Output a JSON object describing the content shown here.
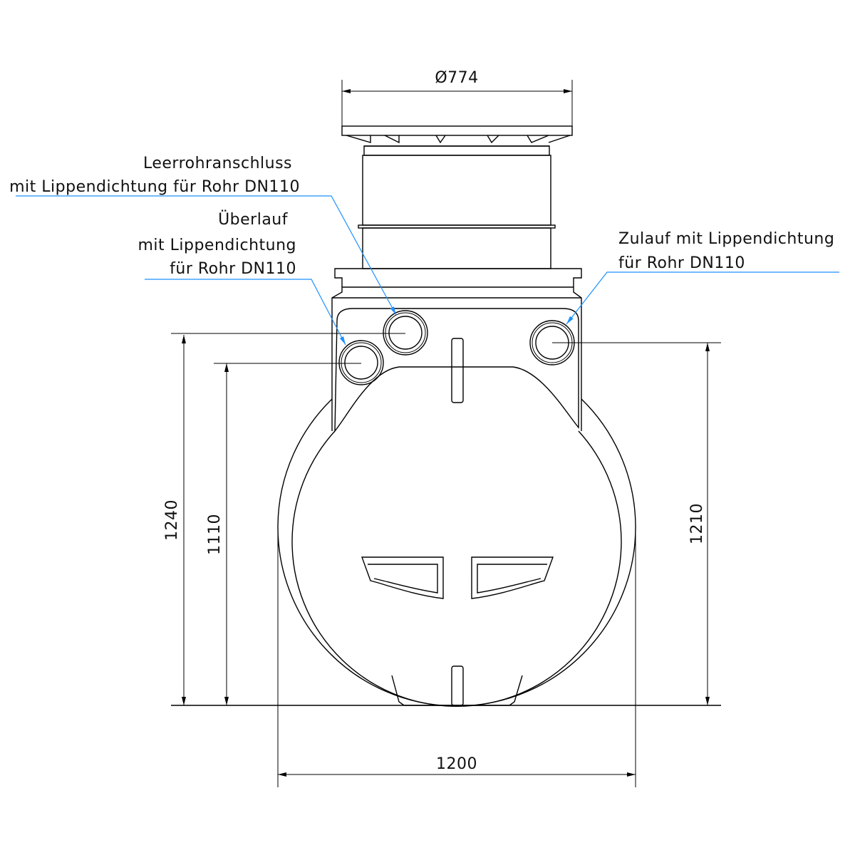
{
  "labels": {
    "leerrohr_line1": "Leerrohranschluss",
    "leerrohr_line2": "mit Lippendichtung für Rohr DN110",
    "ueberlauf_line1": "Überlauf",
    "ueberlauf_line2": "mit Lippendichtung",
    "ueberlauf_line3": "für Rohr DN110",
    "zulauf_line1": "Zulauf mit Lippendichtung",
    "zulauf_line2": "für Rohr DN110"
  },
  "dimensions": {
    "top_diameter": "Ø774",
    "height_total": "1240",
    "height_overflow": "1110",
    "height_inlet": "1210",
    "width": "1200"
  },
  "colors": {
    "leader": "#1e90ff",
    "line": "#000000"
  }
}
